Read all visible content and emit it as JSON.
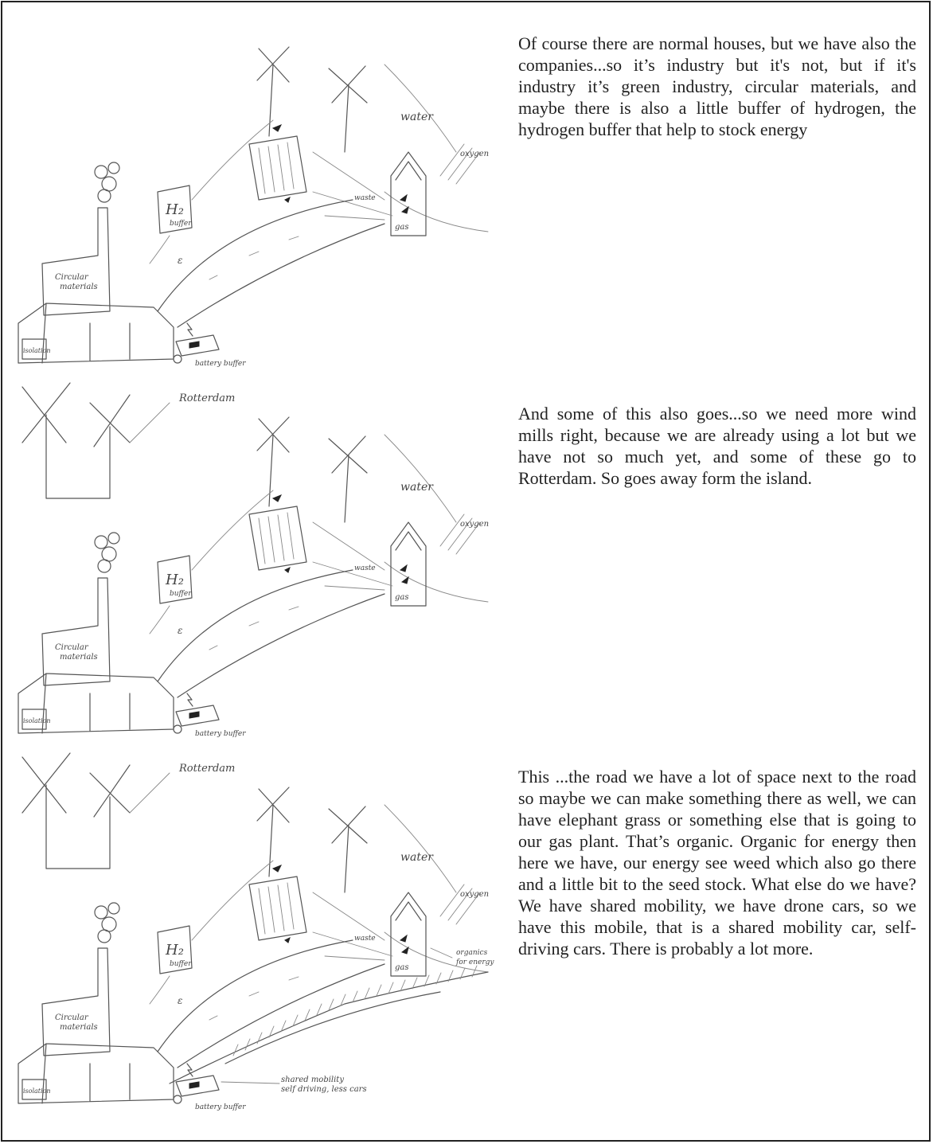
{
  "panels": [
    {
      "text": "Of course there are normal houses, but we have also the companies...so it’s industry but it's not, but if it's industry it’s green industry, circular materials, and maybe there is also a little buffer of hydrogen, the hydrogen buffer that help to stock energy",
      "labels": {
        "water": "water",
        "oxygen": "oxygen",
        "h2": "H₂",
        "buffer": "buffer",
        "circular": "Circular",
        "materials": "materials",
        "isolation": "isolation",
        "battery_buffer": "battery buffer",
        "waste": "waste",
        "gas": "gas"
      }
    },
    {
      "text": "And some of this also goes...so we need more wind mills right, because we are already using a lot but we have not so much yet, and some of these go to Rotterdam. So goes away form the island.",
      "labels": {
        "rotterdam": "Rotterdam",
        "water": "water",
        "oxygen": "oxygen",
        "h2": "H₂",
        "buffer": "buffer",
        "circular": "Circular",
        "materials": "materials",
        "isolation": "isolation",
        "battery_buffer": "battery buffer",
        "waste": "waste",
        "gas": "gas"
      }
    },
    {
      "text": "This ...the road we have a lot of space next to the road so maybe we can make something there as well, we can have elephant grass or something else that is going to our gas plant. That’s organic. Organic for energy then here we have, our energy see weed which also go there and a little bit to the seed stock. What else do we have? We have shared mobility, we have drone cars, so we have this mobile, that is a shared mobility car, self-driving cars. There is probably a lot more.",
      "labels": {
        "rotterdam": "Rotterdam",
        "water": "water",
        "oxygen": "oxygen",
        "organics": "organics",
        "for_energy": "for energy",
        "h2": "H₂",
        "buffer": "buffer",
        "circular": "Circular",
        "materials": "materials",
        "isolation": "isolation",
        "battery_buffer": "battery buffer",
        "waste": "waste",
        "gas": "gas",
        "shared_mobility": "shared mobility",
        "self_driving": "self driving, less cars"
      }
    }
  ]
}
